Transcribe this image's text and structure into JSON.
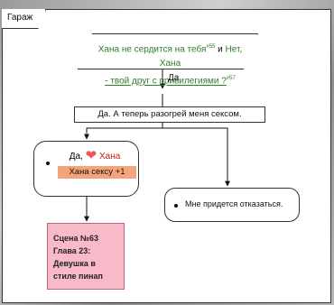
{
  "frame": {
    "title": "Гараж"
  },
  "condition": {
    "text_before": "Хана не сердится на тебя",
    "ref1": "#55",
    "and_word": " и ",
    "text_after": "Нет, Хана",
    "line2": "- твой друг с привилегиями ?",
    "ref2": "#57"
  },
  "yes_label": "Да",
  "speech": {
    "text": "Да. А теперь разогрей меня сексом."
  },
  "choice_a": {
    "text_prefix": "Да,",
    "speaker": "Хана",
    "heart_icon": "heart-icon",
    "tag": "Хана сексу +1"
  },
  "choice_b": {
    "text": "Мне придется отказаться."
  },
  "scene": {
    "line1": "Сцена №63",
    "line2": "Глава 23:",
    "line3": "Девушка в стиле пинап"
  },
  "colors": {
    "condition_green": "#2e7d2a",
    "speaker_red": "#c21e1e",
    "tag_bg": "#f4a47a",
    "scene_bg": "#f8b9c8"
  }
}
